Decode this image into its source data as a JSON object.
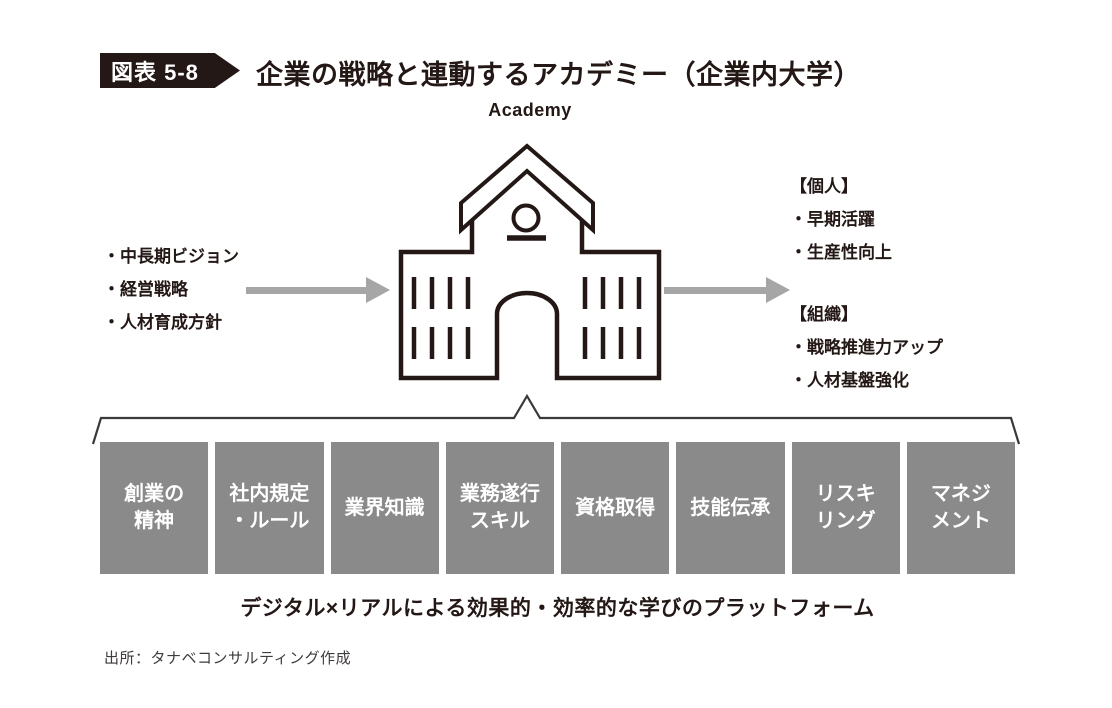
{
  "figure": {
    "label": "図表 5-8",
    "title": "企業の戦略と連動するアカデミー（企業内大学）"
  },
  "academy": {
    "label": "Academy"
  },
  "strategy_inputs": {
    "items": [
      "・中長期ビジョン",
      "・経営戦略",
      "・人材育成方針"
    ]
  },
  "outcomes": {
    "individual": {
      "heading": "【個人】",
      "items": [
        "・早期活躍",
        "・生産性向上"
      ]
    },
    "organization": {
      "heading": "【組織】",
      "items": [
        "・戦略推進力アップ",
        "・人材基盤強化"
      ]
    }
  },
  "curriculum_boxes": [
    "創業の\n精神",
    "社内規定\n・ルール",
    "業界知識",
    "業務遂行\nスキル",
    "資格取得",
    "技能伝承",
    "リスキ\nリング",
    "マネジ\nメント"
  ],
  "platform_caption": "デジタル×リアルによる効果的・効率的な学びのプラットフォーム",
  "source": "出所：タナベコンサルティング作成",
  "icons": {
    "academy_building": "school-building-line-icon",
    "figure_label_shape": "black-pennant-arrow",
    "flow_arrows": "gray-right-arrow",
    "brace": "upward-pointing-brace"
  },
  "colors": {
    "ink": "#231815",
    "box_gray": "#8a8a8a",
    "arrow_gray": "#a6a6a6",
    "brace": "#3a3a3a",
    "background": "#ffffff"
  }
}
